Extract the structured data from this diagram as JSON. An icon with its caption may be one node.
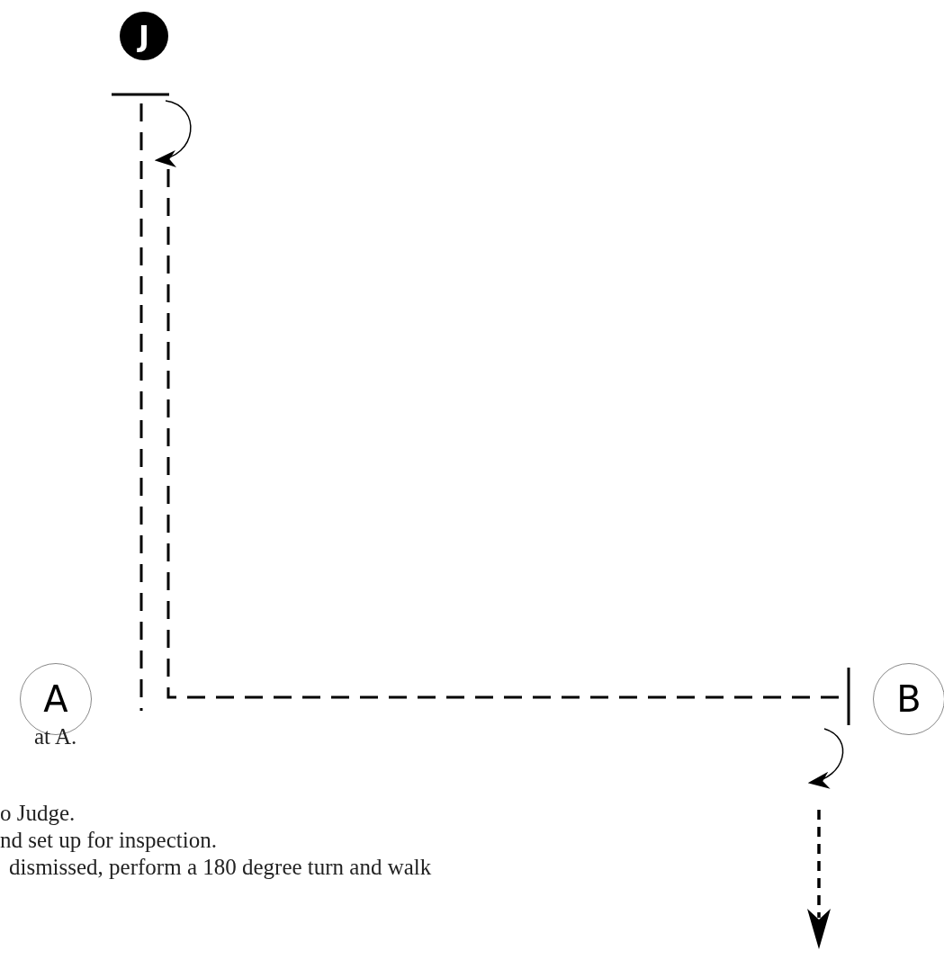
{
  "diagram": {
    "nodes": [
      {
        "text": [
          "J"
        ]
      },
      {
        "text": [
          "A"
        ]
      },
      {
        "text": [
          "B"
        ]
      }
    ],
    "labels": [
      "at A.",
      "o Judge.",
      "nd set up for inspection.",
      "dismissed, perform a 180 degree turn and walk"
    ]
  }
}
